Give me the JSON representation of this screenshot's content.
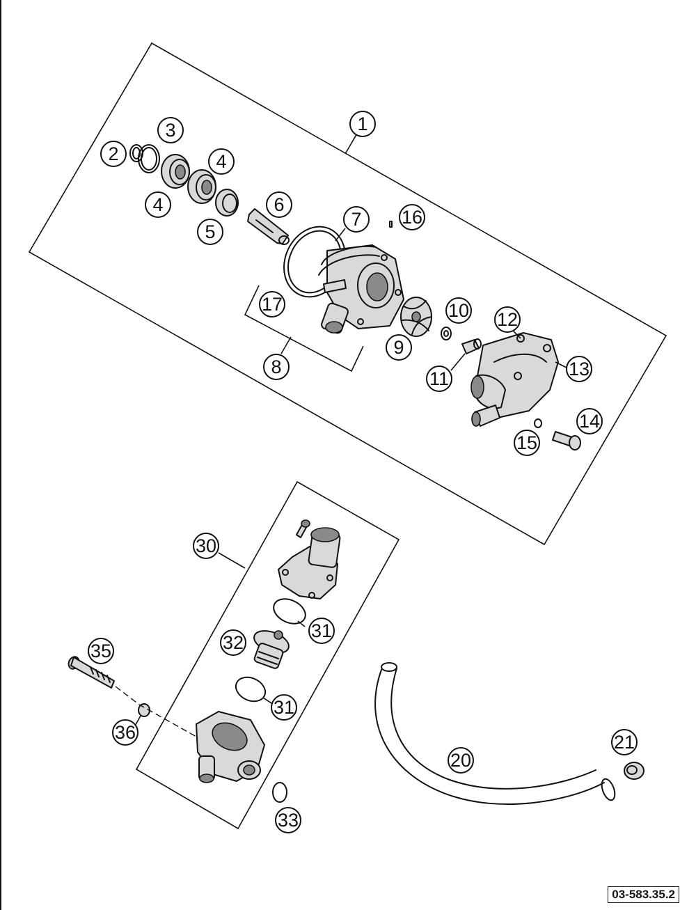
{
  "drawing_code": "03-583.35.2",
  "callouts": [
    {
      "id": "c1",
      "label": "1"
    },
    {
      "id": "c2",
      "label": "2"
    },
    {
      "id": "c3",
      "label": "3"
    },
    {
      "id": "c4a",
      "label": "4"
    },
    {
      "id": "c4b",
      "label": "4"
    },
    {
      "id": "c5",
      "label": "5"
    },
    {
      "id": "c6",
      "label": "6"
    },
    {
      "id": "c7",
      "label": "7"
    },
    {
      "id": "c8",
      "label": "8"
    },
    {
      "id": "c9",
      "label": "9"
    },
    {
      "id": "c10",
      "label": "10"
    },
    {
      "id": "c11",
      "label": "11"
    },
    {
      "id": "c12",
      "label": "12"
    },
    {
      "id": "c13",
      "label": "13"
    },
    {
      "id": "c14",
      "label": "14"
    },
    {
      "id": "c15",
      "label": "15"
    },
    {
      "id": "c16",
      "label": "16"
    },
    {
      "id": "c17",
      "label": "17"
    },
    {
      "id": "c20",
      "label": "20"
    },
    {
      "id": "c21",
      "label": "21"
    },
    {
      "id": "c30",
      "label": "30"
    },
    {
      "id": "c31a",
      "label": "31"
    },
    {
      "id": "c31b",
      "label": "31"
    },
    {
      "id": "c32",
      "label": "32"
    },
    {
      "id": "c33",
      "label": "33"
    },
    {
      "id": "c35",
      "label": "35"
    },
    {
      "id": "c36",
      "label": "36"
    }
  ]
}
